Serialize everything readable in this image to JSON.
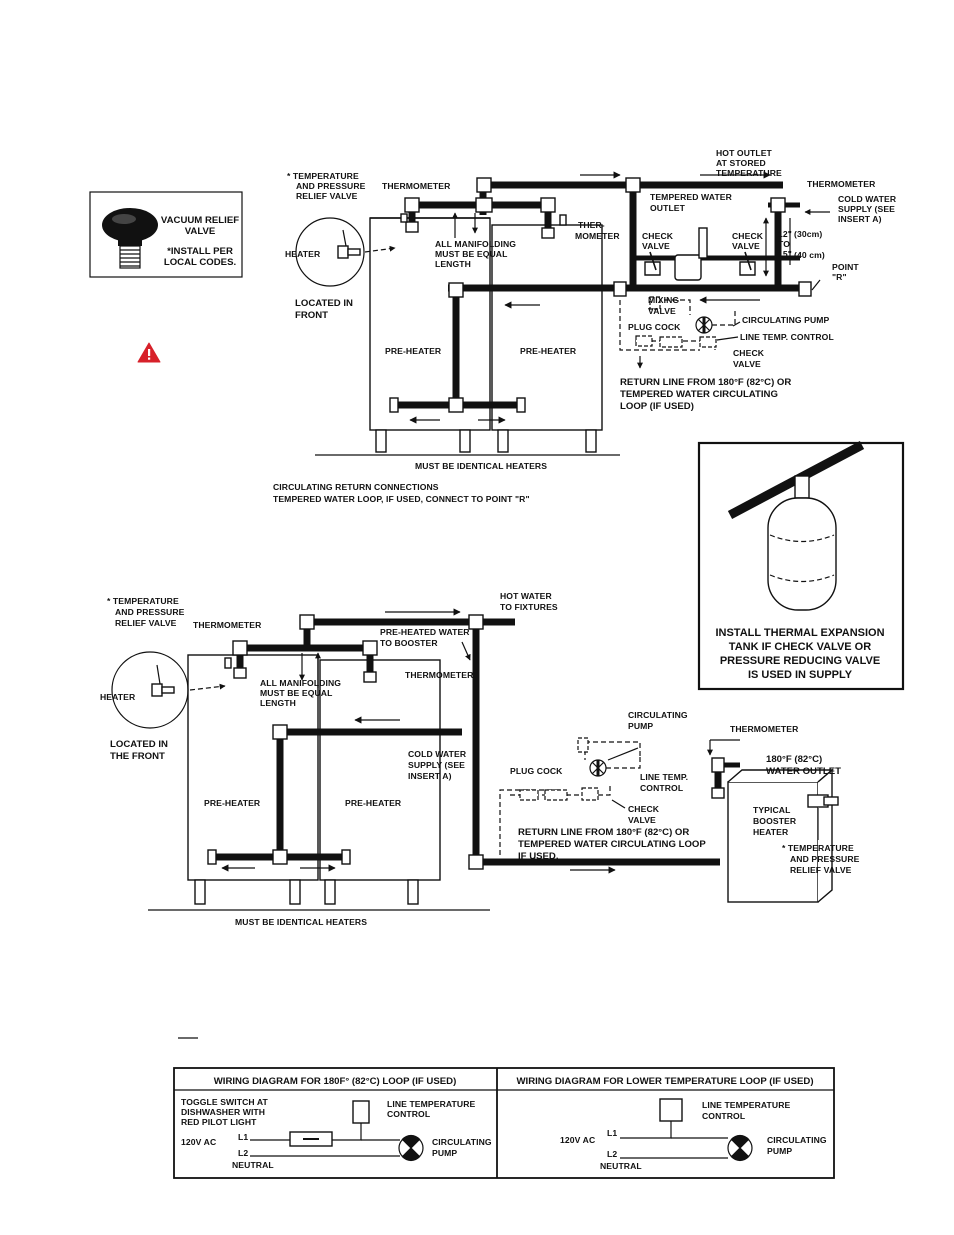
{
  "colors": {
    "ink": "#111111",
    "paper": "#ffffff",
    "warning": "#d7212a"
  },
  "vacuum_relief": {
    "title_line1": "VACUUM RELIEF",
    "title_line2": "VALVE",
    "note_line1": "*INSTALL PER",
    "note_line2": "LOCAL CODES."
  },
  "warning_icon": "warning-triangle-icon",
  "top_diagram": {
    "tp_valve": [
      "*  TEMPERATURE",
      "AND PRESSURE",
      "RELIEF VALVE"
    ],
    "thermometer_left": "THERMOMETER",
    "heater_label": "HEATER",
    "located_front": [
      "LOCATED IN",
      "FRONT"
    ],
    "manifolding": [
      "ALL MANIFOLDING",
      "MUST BE EQUAL",
      "LENGTH"
    ],
    "ther_mometer": [
      "THER-",
      "MOMETER"
    ],
    "hot_outlet": [
      "HOT OUTLET",
      "AT STORED",
      "TEMPERATURE"
    ],
    "thermometer_right": "THERMOMETER",
    "tempered_outlet": [
      "TEMPERED WATER",
      "OUTLET"
    ],
    "check_valve_1": [
      "CHECK",
      "VALVE"
    ],
    "check_valve_2": [
      "CHECK",
      "VALVE"
    ],
    "dim_12": [
      "12\"",
      "TO",
      "15\""
    ],
    "dim_30": "(30cm)",
    "dim_40": "(40 cm)",
    "cold_supply": [
      "COLD WATER",
      "SUPPLY (SEE",
      "INSERT A)"
    ],
    "point_r": [
      "POINT",
      "\"R\""
    ],
    "mixing_valve": [
      "MIXING",
      "VALVE"
    ],
    "circ_pump": "CIRCULATING PUMP",
    "plug_cock": "PLUG COCK",
    "line_temp": "LINE TEMP. CONTROL",
    "check_valve_3": [
      "CHECK",
      "VALVE"
    ],
    "return_line": [
      "RETURN LINE FROM 180°F (82°C) OR",
      "TEMPERED WATER CIRCULATING",
      "LOOP (IF USED)"
    ],
    "pre_heater_1": "PRE-HEATER",
    "pre_heater_2": "PRE-HEATER",
    "identical": "MUST BE IDENTICAL HEATERS",
    "caption_1": "CIRCULATING RETURN CONNECTIONS",
    "caption_2": "TEMPERED WATER LOOP, IF USED, CONNECT TO POINT \"R\""
  },
  "expansion_tank": {
    "line1": "INSTALL THERMAL EXPANSION",
    "line2": "TANK IF CHECK VALVE OR",
    "line3": "PRESSURE REDUCING VALVE",
    "line4": "IS USED IN SUPPLY"
  },
  "bottom_diagram": {
    "tp_valve": [
      "*  TEMPERATURE",
      "AND PRESSURE",
      "RELIEF VALVE"
    ],
    "thermometer_left": "THERMOMETER",
    "heater_label": "HEATER",
    "located_front": [
      "LOCATED IN",
      "THE FRONT"
    ],
    "manifolding": [
      "ALL MANIFOLDING",
      "MUST BE EQUAL",
      "LENGTH"
    ],
    "hot_water": [
      "HOT WATER",
      "TO FIXTURES"
    ],
    "preheated": [
      "PRE-HEATED WATER",
      "TO BOOSTER"
    ],
    "thermometer_mid": "THERMOMETER",
    "cold_supply": [
      "COLD WATER",
      "SUPPLY (SEE",
      "INSERT A)"
    ],
    "pre_heater_1": "PRE-HEATER",
    "pre_heater_2": "PRE-HEATER",
    "identical": "MUST BE IDENTICAL HEATERS",
    "circ_pump": [
      "CIRCULATING",
      "PUMP"
    ],
    "thermometer_right": "THERMOMETER",
    "plug_cock": "PLUG COCK",
    "line_temp": [
      "LINE TEMP.",
      "CONTROL"
    ],
    "check_valve": [
      "CHECK",
      "VALVE"
    ],
    "water_outlet": [
      "180°F (82°C)",
      "WATER OUTLET"
    ],
    "booster": [
      "TYPICAL",
      "BOOSTER",
      "HEATER"
    ],
    "return_line": [
      "RETURN LINE FROM 180°F (82°C) OR",
      "TEMPERED WATER CIRCULATING LOOP",
      "IF USED."
    ],
    "tp_valve_right": [
      "*  TEMPERATURE",
      "AND PRESSURE",
      "RELIEF VALVE"
    ]
  },
  "wiring": {
    "left": {
      "title": "WIRING DIAGRAM FOR 180F° (82°C) LOOP (IF USED)",
      "toggle": [
        "TOGGLE SWITCH AT",
        "DISHWASHER WITH",
        "RED PILOT LIGHT"
      ],
      "line_temp": [
        "LINE TEMPERATURE",
        "CONTROL"
      ],
      "ac": "120V AC",
      "l1": "L1",
      "l2": "L2",
      "neutral": "NEUTRAL",
      "pump": [
        "CIRCULATING",
        "PUMP"
      ]
    },
    "right": {
      "title": "WIRING DIAGRAM FOR LOWER TEMPERATURE LOOP (IF USED)",
      "line_temp": [
        "LINE TEMPERATURE",
        "CONTROL"
      ],
      "ac": "120V AC",
      "l1": "L1",
      "l2": "L2",
      "neutral": "NEUTRAL",
      "pump": [
        "CIRCULATING",
        "PUMP"
      ]
    }
  }
}
